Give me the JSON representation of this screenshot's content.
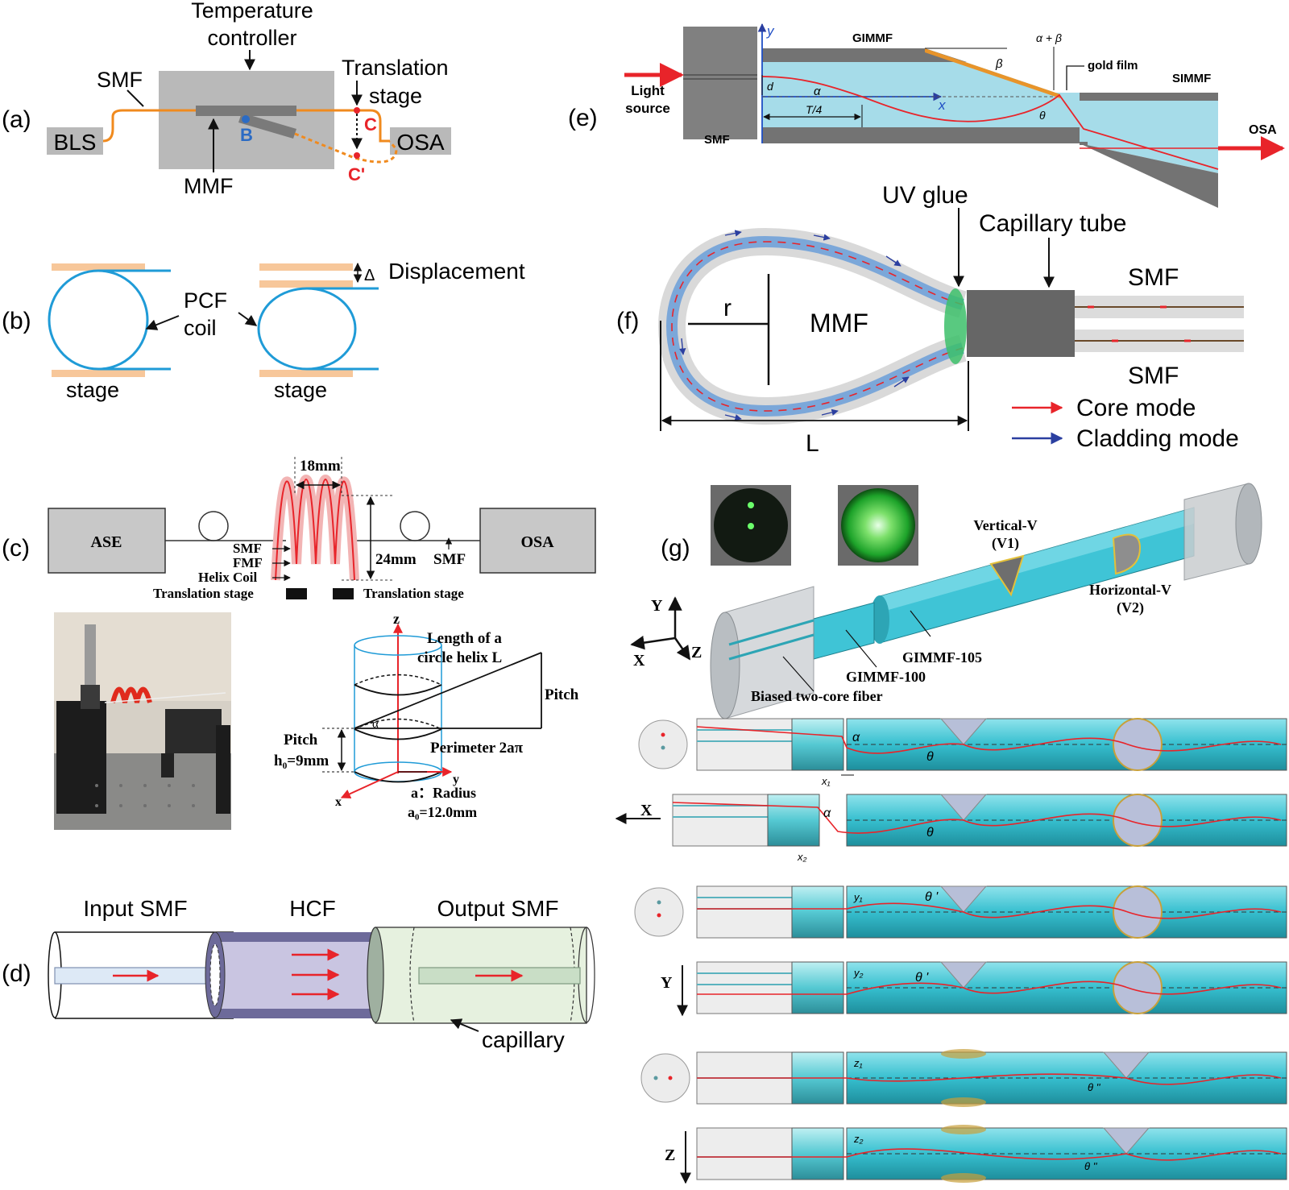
{
  "colors": {
    "fiber_orange": "#f08a1e",
    "fiber_blue": "#1f9bd7",
    "stage_peach": "#f7c79a",
    "core_red": "#e8242a",
    "cladding_blue": "#2b3fa0",
    "glue_green": "#3cbf6a",
    "fiber_cyan": "#47c7d6",
    "grey_box": "#b9b9b9",
    "dark_grey": "#5c5c5c"
  },
  "panel_a": {
    "label": "(a)",
    "temp_controller_line1": "Temperature",
    "temp_controller_line2": "controller",
    "smf": "SMF",
    "translation_line1": "Translation",
    "translation_line2": "stage",
    "bls": "BLS",
    "osa": "OSA",
    "mmf": "MMF",
    "point_b": "B",
    "point_c": "C",
    "point_c2": "C'"
  },
  "panel_b": {
    "label": "(b)",
    "displacement": "Displacement",
    "delta": "Δ",
    "pcf_line1": "PCF",
    "pcf_line2": "coil",
    "stage_left": "stage",
    "stage_right": "stage"
  },
  "panel_c": {
    "label": "(c)",
    "ase": "ASE",
    "osa": "OSA",
    "pitch_18": "18mm",
    "height_24": "24mm",
    "smf_right": "SMF",
    "smf": "SMF",
    "fmf": "FMF",
    "helix_coil": "Helix Coil",
    "translation_left": "Translation stage",
    "translation_right": "Translation stage",
    "z": "z",
    "length_line1": "Length of a",
    "length_line2": "circle helix L",
    "pitch": "Pitch",
    "pitch_label": "Pitch",
    "pitch_value": "h₀=9mm",
    "alpha": "α",
    "perimeter": "Perimeter 2aπ",
    "y": "y",
    "x": "x",
    "radius": "a：Radius",
    "radius_value": "a₀=12.0mm"
  },
  "panel_d": {
    "label": "(d)",
    "input_smf": "Input SMF",
    "hcf": "HCF",
    "output_smf": "Output SMF",
    "capillary": "capillary"
  },
  "panel_e": {
    "label": "(e)",
    "y": "y",
    "gimmf": "GIMMF",
    "alpha_beta": "α + β",
    "beta": "β",
    "gold_film": "gold film",
    "simmf": "SIMMF",
    "light_line1": "Light",
    "light_line2": "source",
    "d": "d",
    "alpha": "α",
    "x": "x",
    "t4": "T/4",
    "theta": "θ",
    "smf": "SMF",
    "osa": "OSA"
  },
  "panel_f": {
    "label": "(f)",
    "uv_glue": "UV glue",
    "capillary_tube": "Capillary tube",
    "smf_top": "SMF",
    "smf_bottom": "SMF",
    "r": "r",
    "mmf": "MMF",
    "l": "L",
    "core_mode": "Core mode",
    "cladding_mode": "Cladding mode"
  },
  "panel_g": {
    "label": "(g)",
    "vertical_v_line1": "Vertical-V",
    "vertical_v_line2": "(V1)",
    "horizontal_v_line1": "Horizontal-V",
    "horizontal_v_line2": "(V2)",
    "axis_y": "Y",
    "axis_x": "X",
    "axis_z": "Z",
    "gimmf105": "GIMMF-105",
    "gimmf100": "GIMMF-100",
    "biased": "Biased two-core fiber",
    "rows": [
      {
        "dir": "",
        "offset": "x₁",
        "angle": "θ",
        "inc": "α"
      },
      {
        "dir": "X",
        "offset": "x₂",
        "angle": "θ",
        "inc": "α"
      },
      {
        "dir": "",
        "offset": "y₁",
        "angle": "θ '",
        "inc": ""
      },
      {
        "dir": "Y",
        "offset": "y₂",
        "angle": "θ '",
        "inc": ""
      },
      {
        "dir": "",
        "offset": "z₁",
        "angle": "θ ''",
        "inc": ""
      },
      {
        "dir": "Z",
        "offset": "z₂",
        "angle": "θ ''",
        "inc": ""
      }
    ]
  }
}
